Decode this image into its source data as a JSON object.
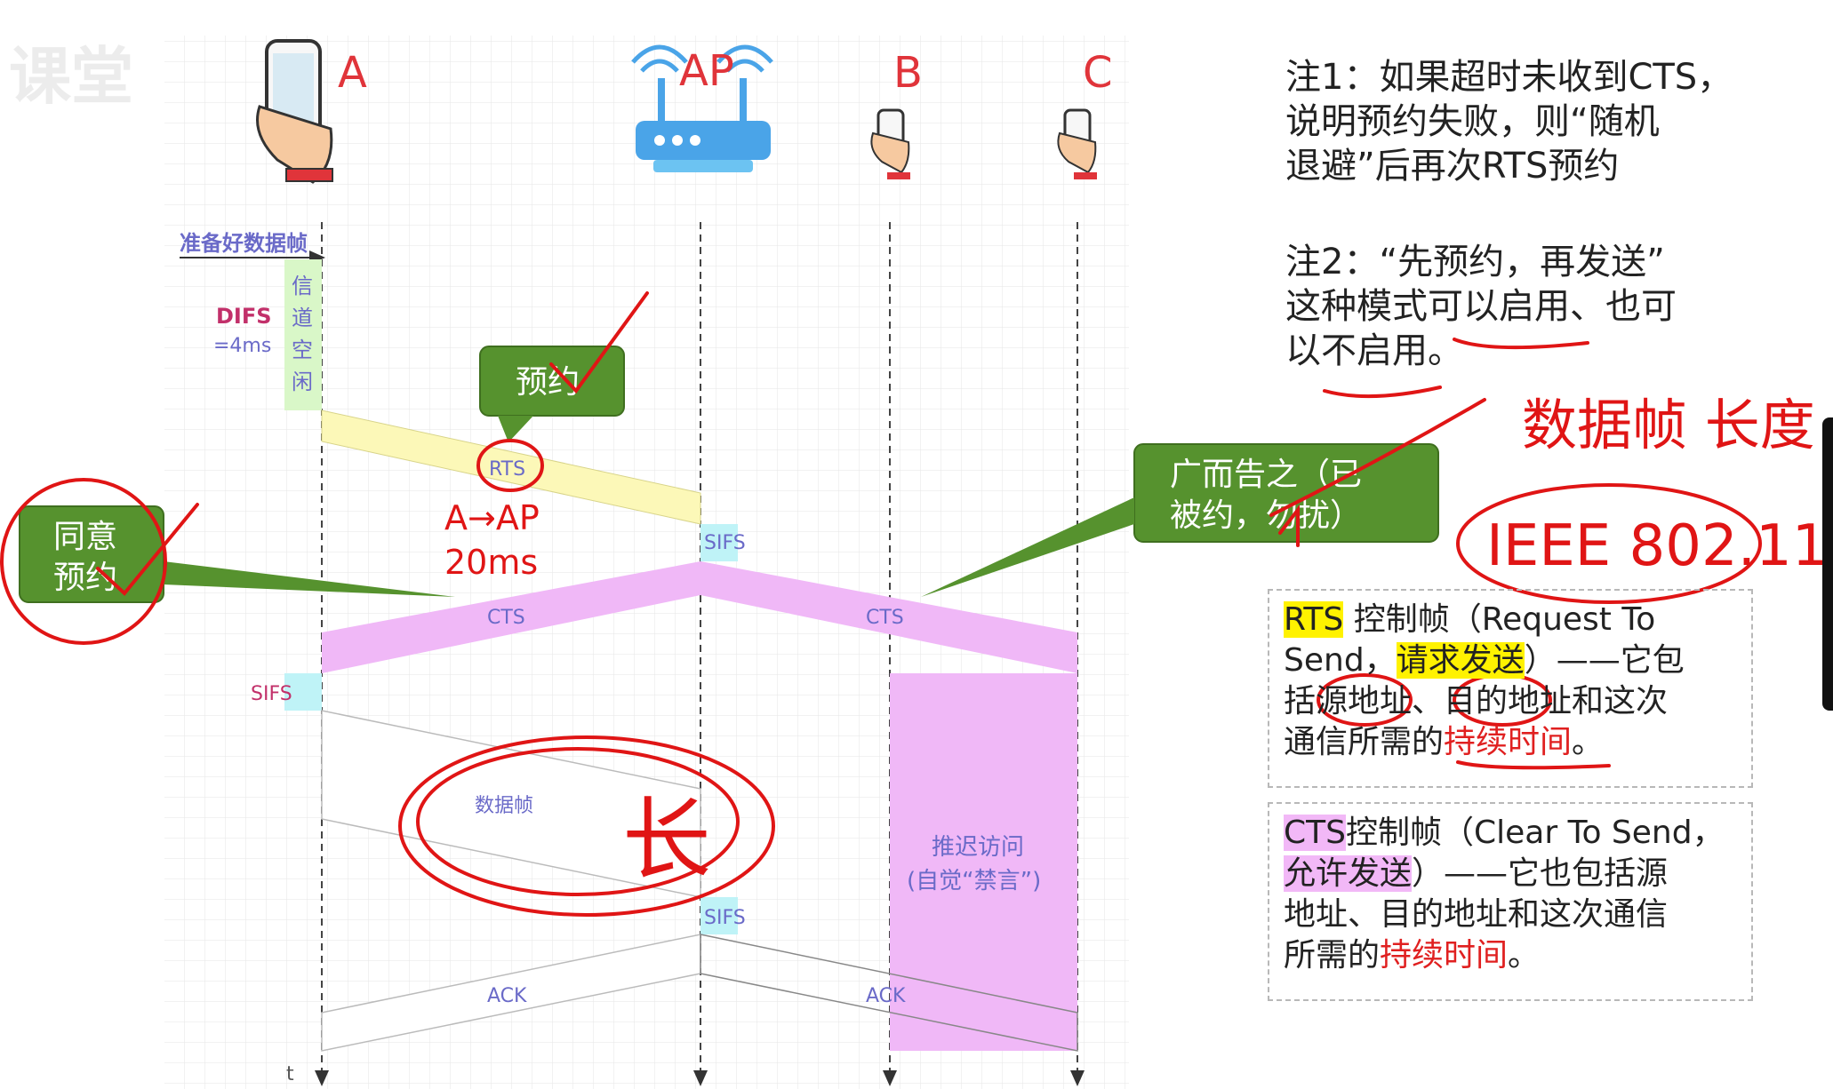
{
  "watermark": "课堂",
  "stations": {
    "A": "A",
    "AP": "AP",
    "B": "B",
    "C": "C"
  },
  "timeline": {
    "ready_frame": "准备好数据帧",
    "difs_label": "DIFS",
    "difs_value": "=4ms",
    "channel_idle": [
      "信",
      "道",
      "空",
      "闲"
    ],
    "t_label": "t"
  },
  "frames": {
    "rts": "RTS",
    "cts_left": "CTS",
    "cts_right": "CTS",
    "sifs_ap_1": "SIFS",
    "sifs_a": "SIFS",
    "sifs_ap_2": "SIFS",
    "data_frame": "数据帧",
    "ack_left": "ACK",
    "ack_right": "ACK",
    "defer_line1": "推迟访问",
    "defer_line2": "(自觉“禁言”)"
  },
  "callouts": {
    "reserve": "预约",
    "agree_line1": "同意",
    "agree_line2": "预约",
    "announce_line1": "广而告之（已",
    "announce_line2": "被约，勿扰）"
  },
  "handwriting": {
    "a_to_ap": "A→AP",
    "duration": "20ms",
    "long": "长",
    "frame_length": "数据帧 长度",
    "ieee": "IEEE 802.11"
  },
  "notes": {
    "note1_l1": "注1：如果超时未收到CTS，",
    "note1_l2": "说明预约失败，则“随机",
    "note1_l3": "退避”后再次RTS预约",
    "note2_l1": "注2：“先预约，再发送”",
    "note2_l2": "这种模式可以启用、也可",
    "note2_l3": "以不启用。"
  },
  "rts_box": {
    "term": "RTS",
    "t1": " 控制帧（Request To",
    "t2a": "Send，",
    "hl": "请求发送",
    "t2b": "）——它包",
    "t3": "括源地址、目的地址和这次",
    "t4a": "通信所需的",
    "red": "持续时间",
    "t4b": "。"
  },
  "cts_box": {
    "term": "CTS",
    "t1": "控制帧（Clear To Send，",
    "hl": "允许发送",
    "t2": "）——它也包括源",
    "t3": "地址、目的地址和这次通信",
    "t4a": "所需的",
    "red": "持续时间",
    "t4b": "。"
  }
}
